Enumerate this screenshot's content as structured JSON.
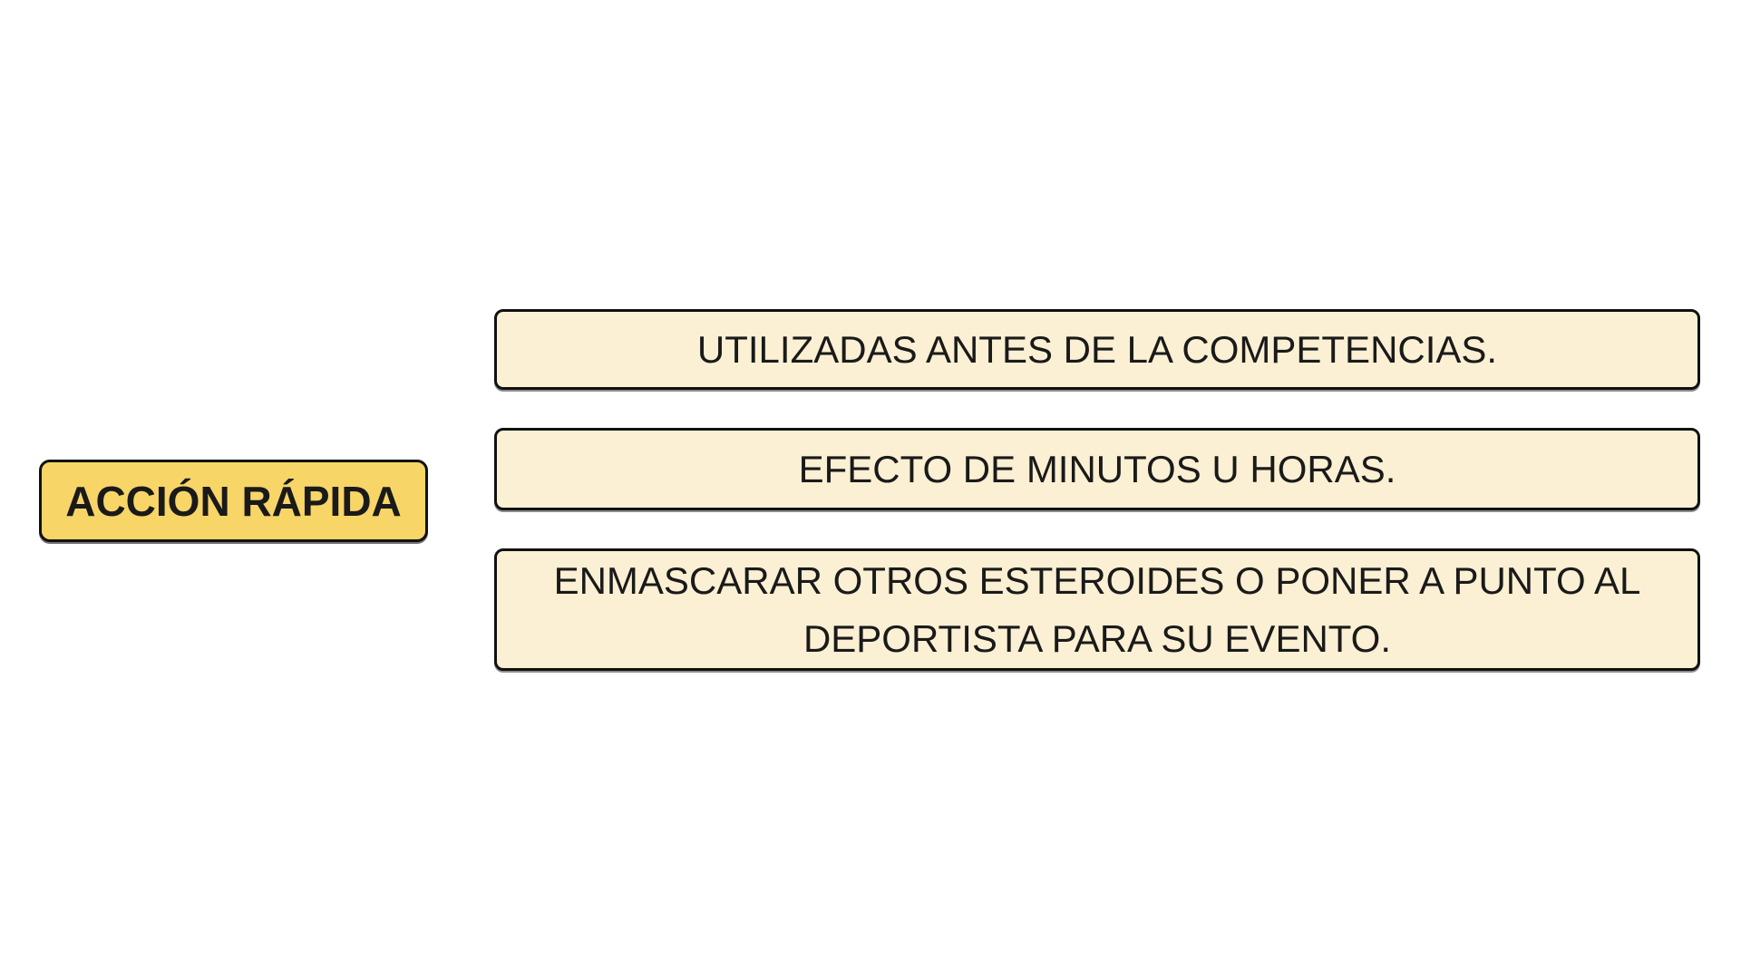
{
  "label": {
    "text": "ACCIÓN RÁPIDA"
  },
  "boxes": [
    {
      "text": "UTILIZADAS ANTES DE LA COMPETENCIAS."
    },
    {
      "text": "EFECTO DE MINUTOS U HORAS."
    },
    {
      "text": "ENMASCARAR OTROS ESTEROIDES O PONER A PUNTO AL DEPORTISTA PARA SU EVENTO."
    }
  ],
  "colors": {
    "background": "#FFFFFF",
    "label_bg": "#F8D567",
    "box_bg": "#FBF0D3",
    "border": "#111111",
    "text": "#1A1A1A"
  }
}
